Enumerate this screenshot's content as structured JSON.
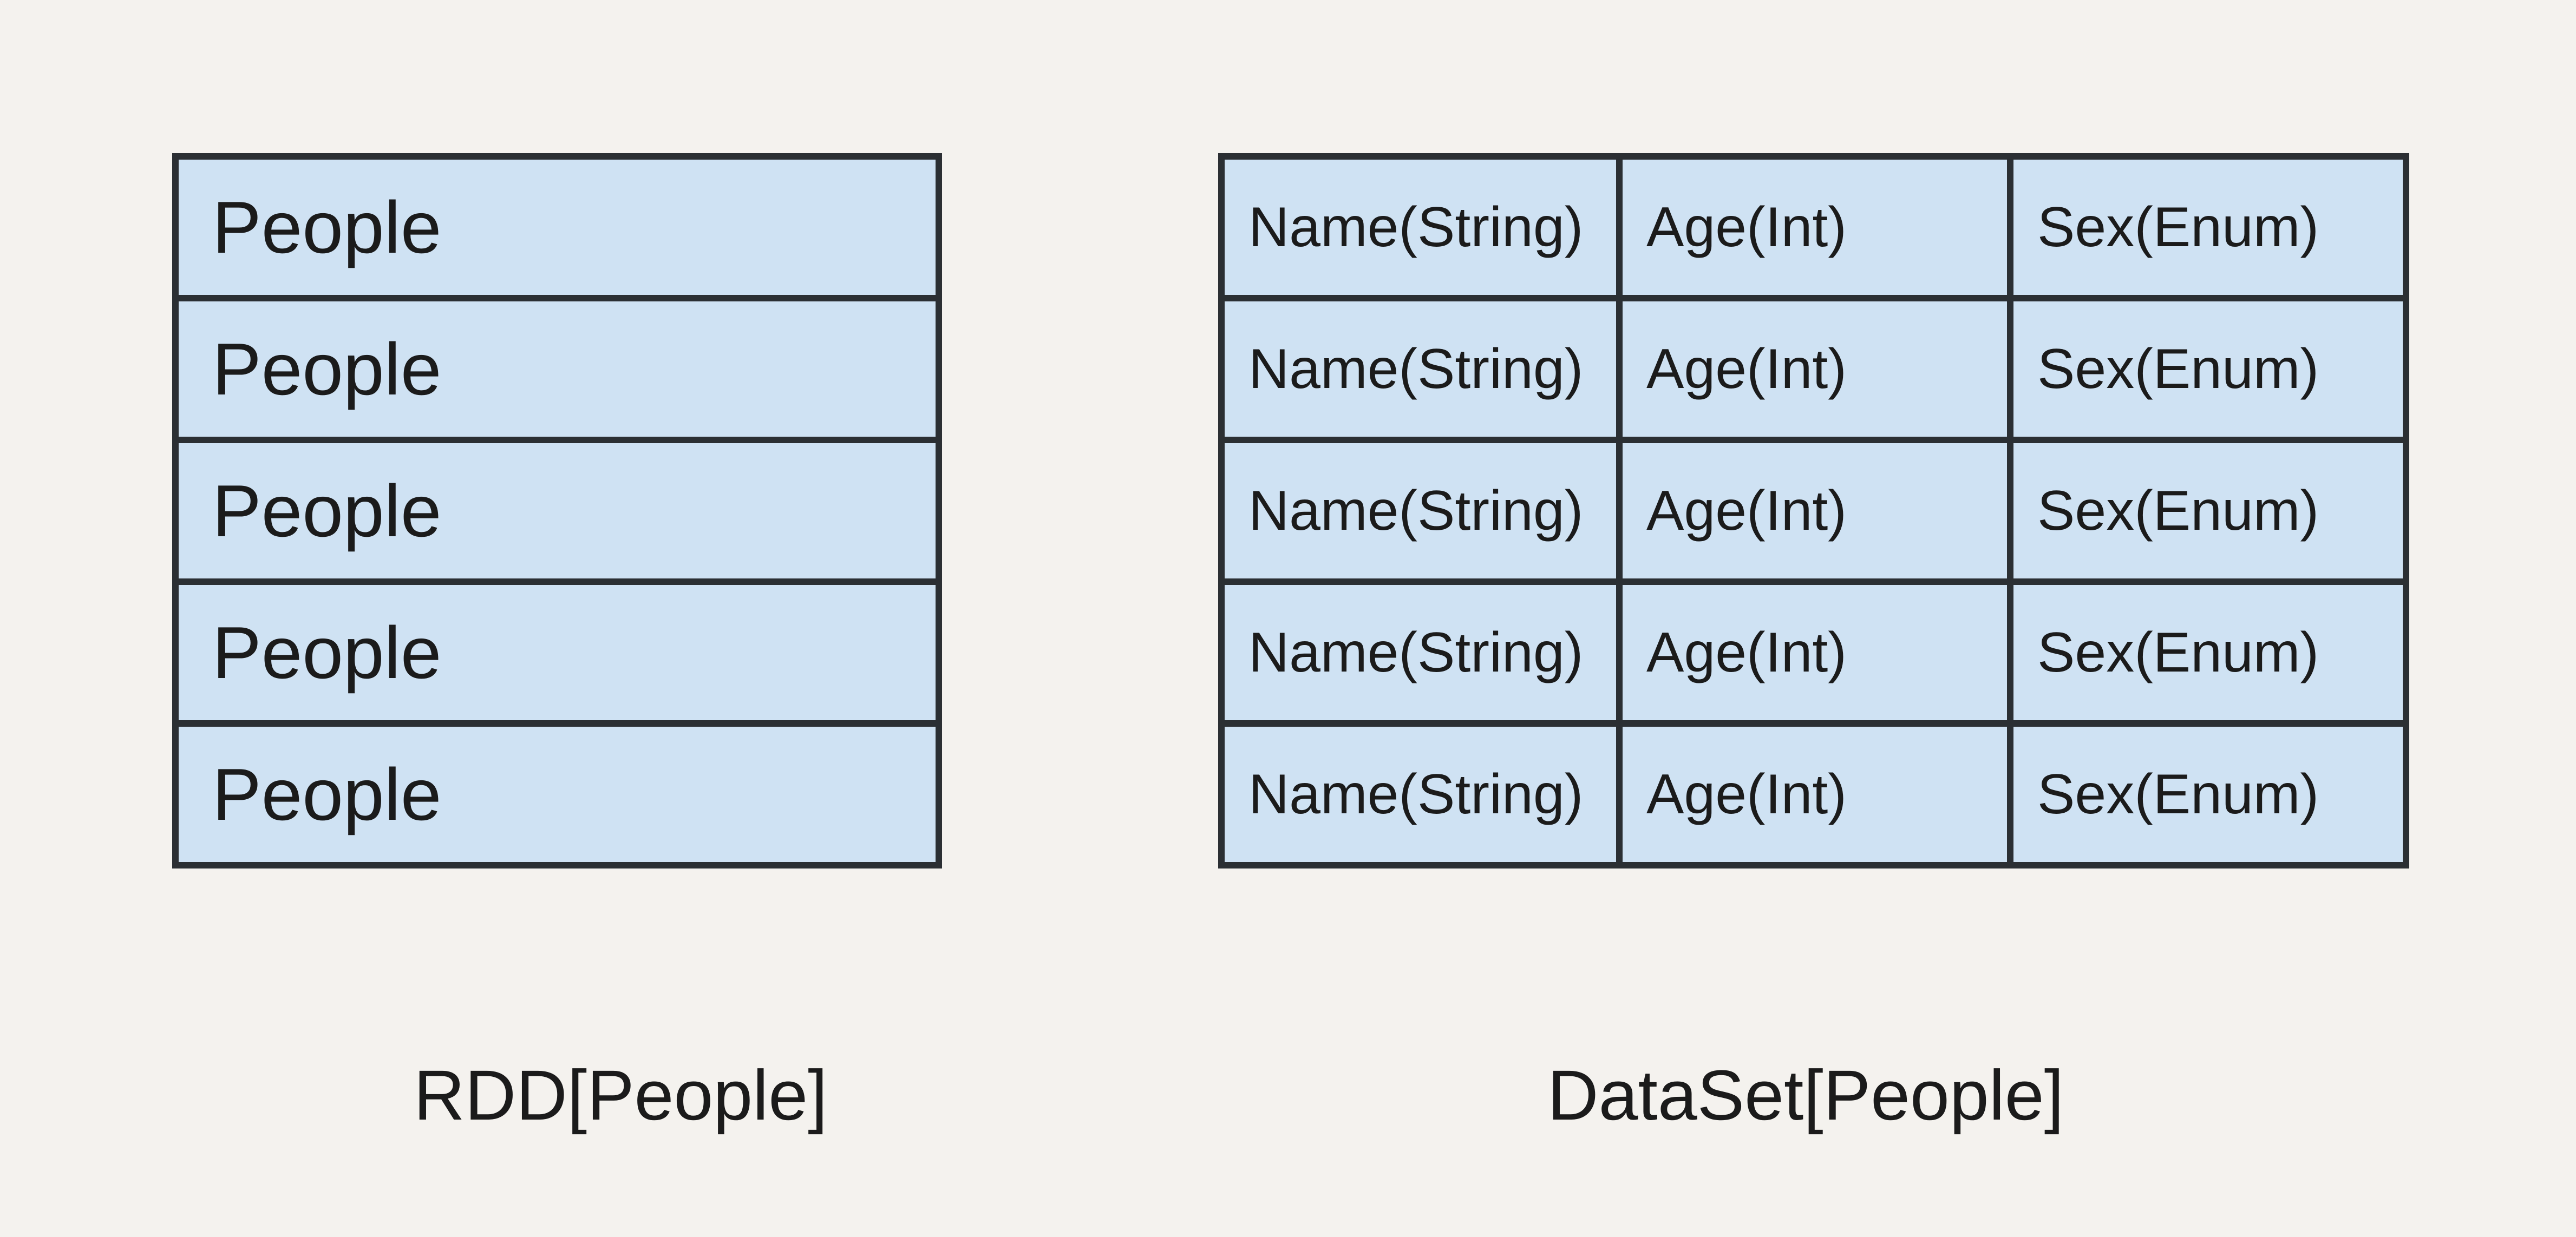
{
  "diagram": {
    "background_color": "#f4f2ee",
    "table_fill_color": "#cfe2f3",
    "table_border_color": "#2b2f33",
    "text_color": "#1b1b1b"
  },
  "rdd": {
    "caption": "RDD[People]",
    "rows": [
      "People",
      "People",
      "People",
      "People",
      "People"
    ]
  },
  "dataset": {
    "caption": "DataSet[People]",
    "rows": [
      [
        "Name(String)",
        "Age(Int)",
        "Sex(Enum)"
      ],
      [
        "Name(String)",
        "Age(Int)",
        "Sex(Enum)"
      ],
      [
        "Name(String)",
        "Age(Int)",
        "Sex(Enum)"
      ],
      [
        "Name(String)",
        "Age(Int)",
        "Sex(Enum)"
      ],
      [
        "Name(String)",
        "Age(Int)",
        "Sex(Enum)"
      ]
    ]
  }
}
